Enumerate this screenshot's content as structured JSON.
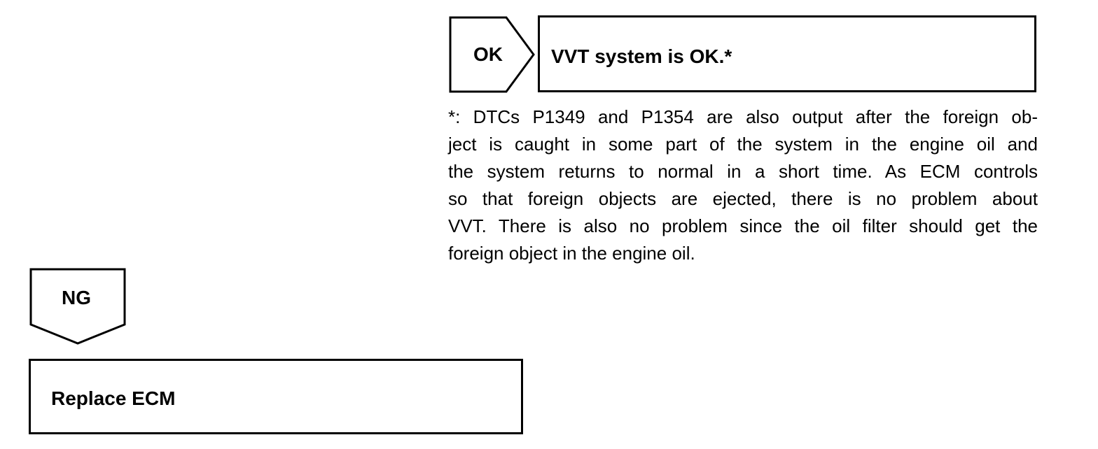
{
  "ok_branch": {
    "tag_label": "OK",
    "result_text": "VVT system is OK.*"
  },
  "footnote": {
    "lines": [
      "*: DTCs P1349 and P1354 are also output after the foreign ob-",
      "ject is caught in some part of the system in the engine oil and",
      "the system returns to normal in a short time. As ECM controls",
      "so that foreign objects are ejected, there is no problem about",
      "VVT. There is also no problem since the oil filter should get the",
      "foreign object in the engine oil."
    ]
  },
  "ng_branch": {
    "tag_label": "NG",
    "action_text": "Replace ECM"
  }
}
